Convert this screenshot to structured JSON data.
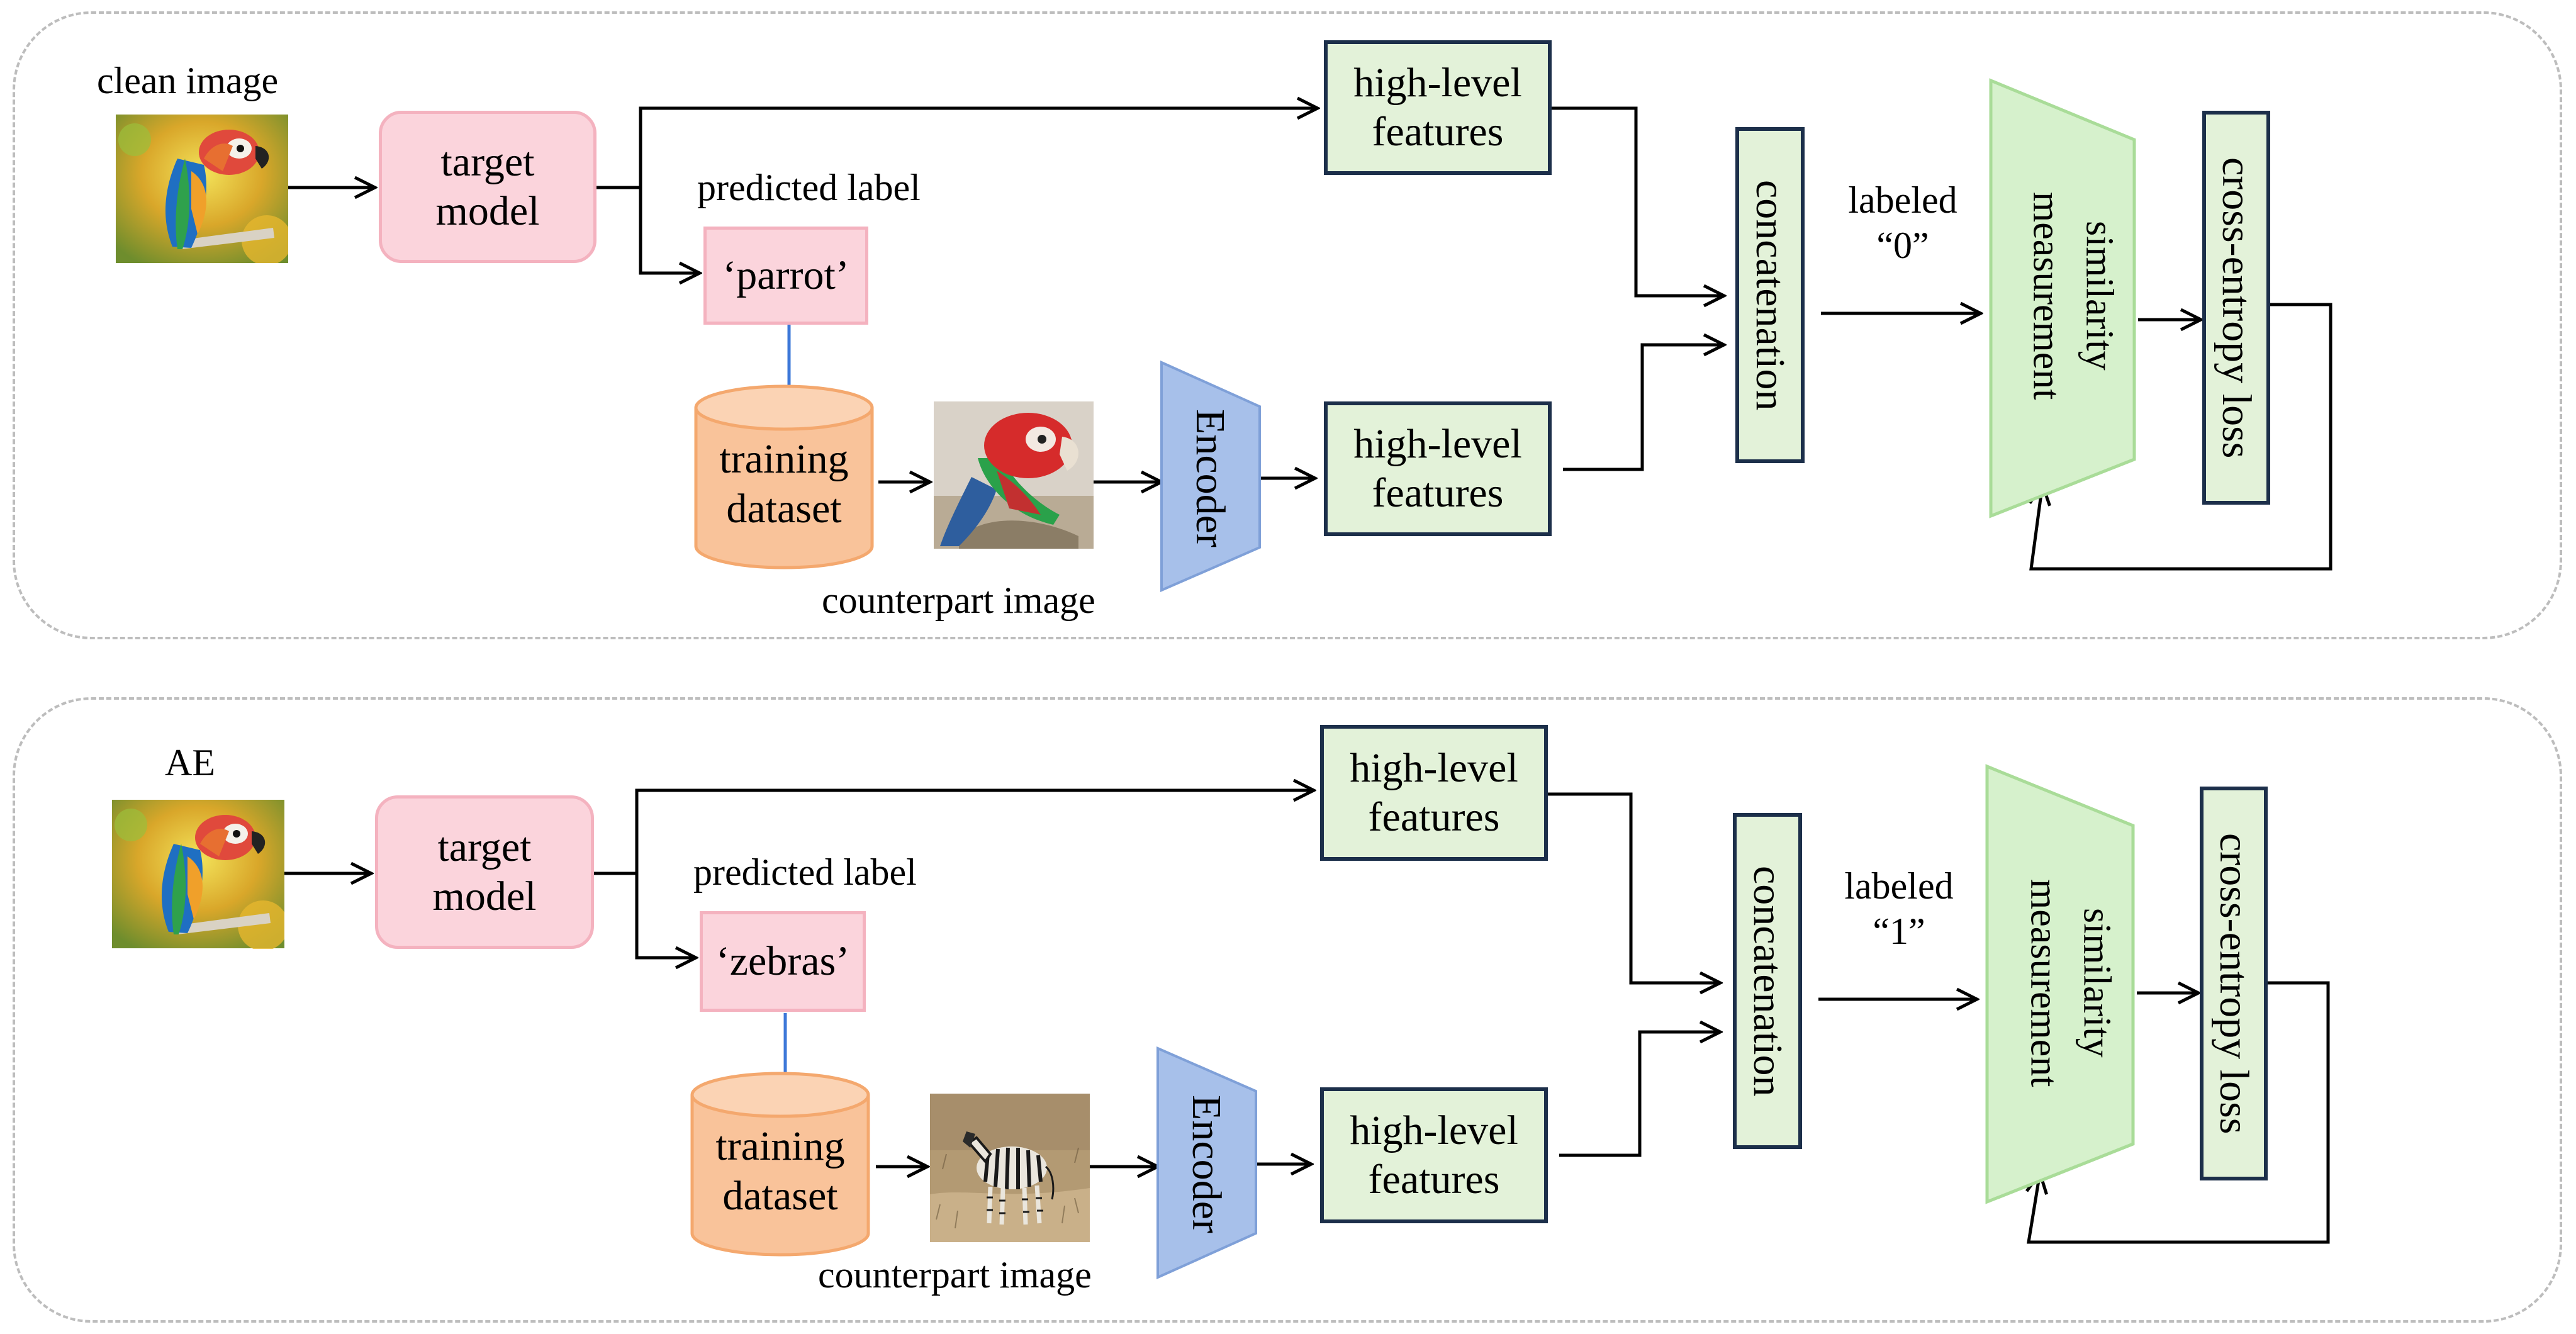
{
  "panels": [
    {
      "input_label": "clean image",
      "target_model": "target\nmodel",
      "predicted_label_caption": "predicted label",
      "predicted_label": "‘parrot’",
      "training_dataset": "training\ndataset",
      "counterpart_caption": "counterpart image",
      "encoder": "Encoder",
      "high_level_top": "high-level\nfeatures",
      "high_level_bottom": "high-level\nfeatures",
      "concatenation": "concatenation",
      "labeled": "labeled\n“0”",
      "similarity": "similarity\nmeasurement",
      "loss": "cross-entropy loss",
      "counterpart_icon": "parrot-photo-icon"
    },
    {
      "input_label": "AE",
      "target_model": "target\nmodel",
      "predicted_label_caption": "predicted label",
      "predicted_label": "‘zebras’",
      "training_dataset": "training\ndataset",
      "counterpart_caption": "counterpart image",
      "encoder": "Encoder",
      "high_level_top": "high-level\nfeatures",
      "high_level_bottom": "high-level\nfeatures",
      "concatenation": "concatenation",
      "labeled": "labeled\n“1”",
      "similarity": "similarity\nmeasurement",
      "loss": "cross-entropy loss",
      "counterpart_icon": "zebra-photo-icon"
    }
  ],
  "colors": {
    "pink_fill": "#fbd4dc",
    "green_fill": "#e3f2d9",
    "navy_border": "#1c2f4a",
    "orange_db": "#f9c39a",
    "encoder_blue": "#a7c0ea",
    "similarity_green": "#d6f1cc",
    "arrow_blue": "#3d78d8"
  }
}
